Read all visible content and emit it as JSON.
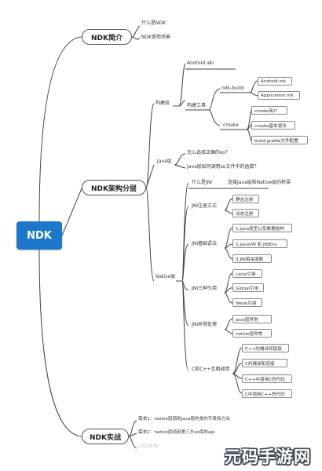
{
  "root": {
    "label": "NDK"
  },
  "intro": {
    "label": "NDK简介",
    "items": [
      "什么是NDK",
      "NDK使用场景"
    ]
  },
  "arch": {
    "label": "NDK架构分层",
    "build_layer": "构建层",
    "android_abi": "Android abi",
    "build_tools": "构建工具",
    "ndk_build": "ndk-build",
    "android_mk": "Android.mk",
    "application_mk": "Application.mk",
    "cmake": "cmake",
    "cmake_intro": "cmake简介",
    "cmake_basic": "cmake基本语法",
    "gradle_config": "build.gradle文件配置",
    "java_layer": "Java层",
    "java_q1": "怎么选择正确的so？",
    "java_q2": "Java层如何调用so文件中的函数？",
    "native_layer": "Native层",
    "what_jni": "什么是JNI",
    "jni_desc": "连接Java层和Native层的桥梁",
    "jni_register": "JNI注册方式",
    "static_reg": "静态注册",
    "dynamic_reg": "动态注册",
    "jni_basics": "JNI基础语法",
    "basics_1": "1.Java类型以及数据结构",
    "basics_2": "2.JavaVM 和 JNIEnv",
    "basics_3": "3.JNI相关函数",
    "jni_refs": "JNI三种引用",
    "ref_local": "Local引用",
    "ref_global": "Global引用",
    "ref_weak": "Weak引用",
    "jni_exc": "JNI异常处理",
    "exc_java": "Java层异常",
    "exc_native": "native层异常",
    "cpp_interop": "C和C++互相调用",
    "cpp_1": "C++的编译和链接",
    "cpp_2": "C的编译和连接",
    "cpp_3": "C++中调用C的代码",
    "cpp_4": "C中调用C++的代码"
  },
  "practice": {
    "label": "NDK实战",
    "req1": "需求1：native层调用Java层的类的字段和方法",
    "req2": "需求2：native层调用第三方so库的api",
    "faded": "(以后补充)"
  },
  "watermark": "元码手游网"
}
